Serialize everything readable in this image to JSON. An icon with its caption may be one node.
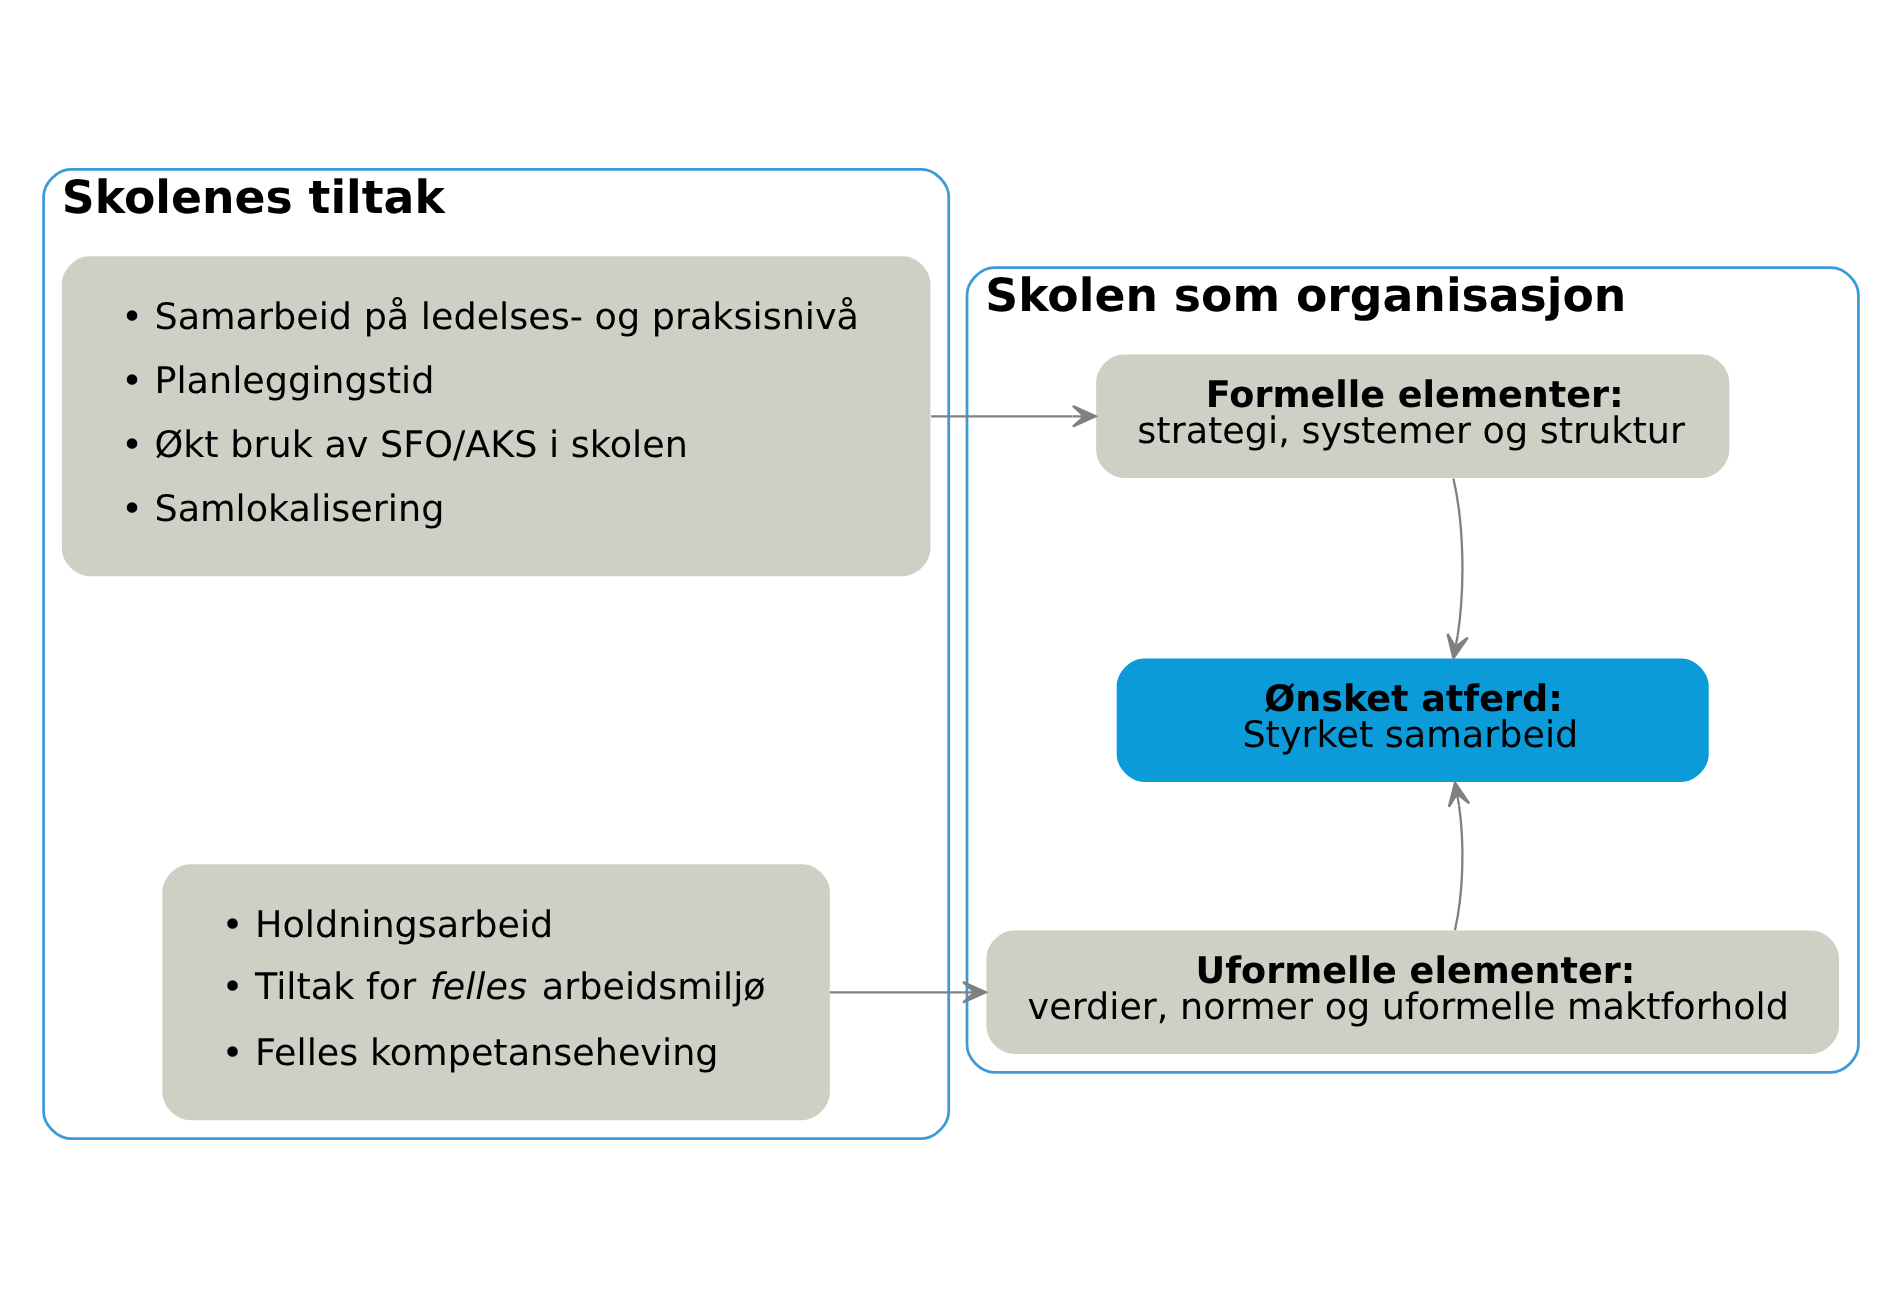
{
  "diagram": {
    "nodes": [
      {
        "text": [
          "Skolenes tiltak"
        ]
      },
      {
        "text": [
          "• Samarbeid på ledelses- og praksisnivå",
          "• Planleggingstid",
          "• Økt bruk av SFO/AKS i skolen",
          "• Samlokalisering"
        ],
        "in": 0
      },
      {
        "text": [
          "• Holdningsarbeid",
          "• Tiltak for *felles* arbeidsmiljø",
          "• Felles kompetanseheving"
        ],
        "in": 0
      },
      {
        "text": [
          "Skolen som organisasjon"
        ]
      },
      {
        "text": [
          "Formelle elementer:",
          "strategi, systemer og struktur"
        ],
        "in": 3
      },
      {
        "text": [
          "Ønsket atferd:",
          "Styrket samarbeid"
        ],
        "in": 3
      },
      {
        "text": [
          "Uformelle elementer:",
          "verdier, normer og uformelle maktforhold"
        ],
        "in": 3
      }
    ],
    "edges": [
      {
        "from": 1,
        "to": 4,
        "arrow": "to"
      },
      {
        "from": 4,
        "to": 5,
        "arrow": "to"
      },
      {
        "from": 6,
        "to": 5,
        "arrow": "to"
      },
      {
        "from": 2,
        "to": 6,
        "arrow": "to"
      }
    ]
  }
}
